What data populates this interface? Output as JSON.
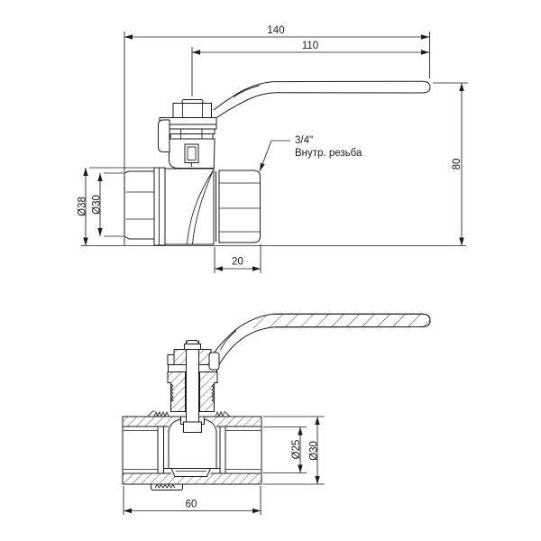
{
  "drawing": {
    "type": "engineering-drawing-ball-valve",
    "colors": {
      "line": "#1b1b1b",
      "background": "#ffffff"
    },
    "side": {
      "dim_overall": "140",
      "dim_handle": "110",
      "dim_height": "80",
      "dim_flange": "Ø38",
      "dim_thread": "Ø30",
      "dim_hex": "20",
      "note1": "3/4\"",
      "note2": "Внутр. резьба"
    },
    "section": {
      "dim_bore": "Ø25",
      "dim_outer": "Ø30",
      "dim_length": "60"
    }
  }
}
